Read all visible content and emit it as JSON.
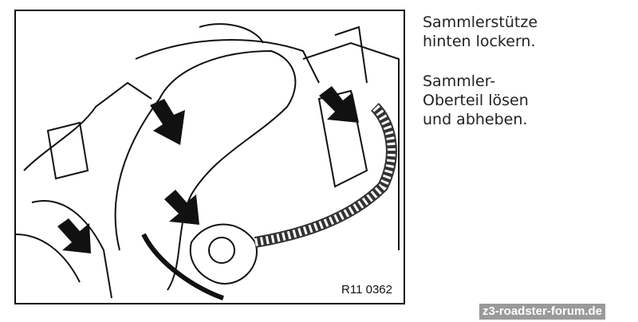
{
  "figure": {
    "reference": "R11 0362"
  },
  "instructions": [
    {
      "lines": [
        "Sammlerstütze",
        "hinten lockern."
      ]
    },
    {
      "lines": [
        "Sammler-",
        "Oberteil lösen",
        "und abheben."
      ]
    }
  ],
  "watermark": "z3-roadster-forum.de"
}
